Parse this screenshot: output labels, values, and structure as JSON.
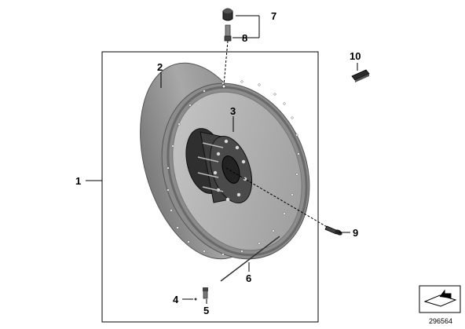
{
  "diagram": {
    "callouts": {
      "c1": "1",
      "c2": "2",
      "c3": "3",
      "c4": "4",
      "c5": "5",
      "c6": "6",
      "c7": "7",
      "c8": "8",
      "c9": "9",
      "c10": "10"
    },
    "reference_number": "296564",
    "colors": {
      "rim_dark": "#6f6f6f",
      "rim_mid": "#8f8f8f",
      "rim_light": "#b9b9b9",
      "hub": "#3a3a3a",
      "line": "#000000"
    }
  }
}
